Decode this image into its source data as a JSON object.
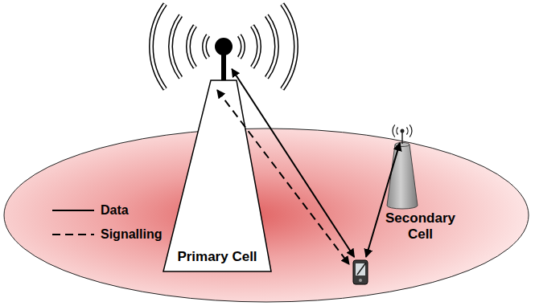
{
  "diagram": {
    "nodes": [
      {
        "text": [
          "Primary Cell"
        ]
      },
      {
        "text": [
          "Secondary Cell"
        ]
      },
      {
        "text": []
      }
    ],
    "edges": [
      {
        "from": 0,
        "to": 2,
        "arrow": "both"
      },
      {
        "from": 0,
        "to": 2,
        "arrow": "both"
      },
      {
        "from": 1,
        "to": 2,
        "arrow": "both"
      }
    ],
    "legend": [
      {
        "text": "Data"
      },
      {
        "text": "Signalling"
      }
    ]
  }
}
